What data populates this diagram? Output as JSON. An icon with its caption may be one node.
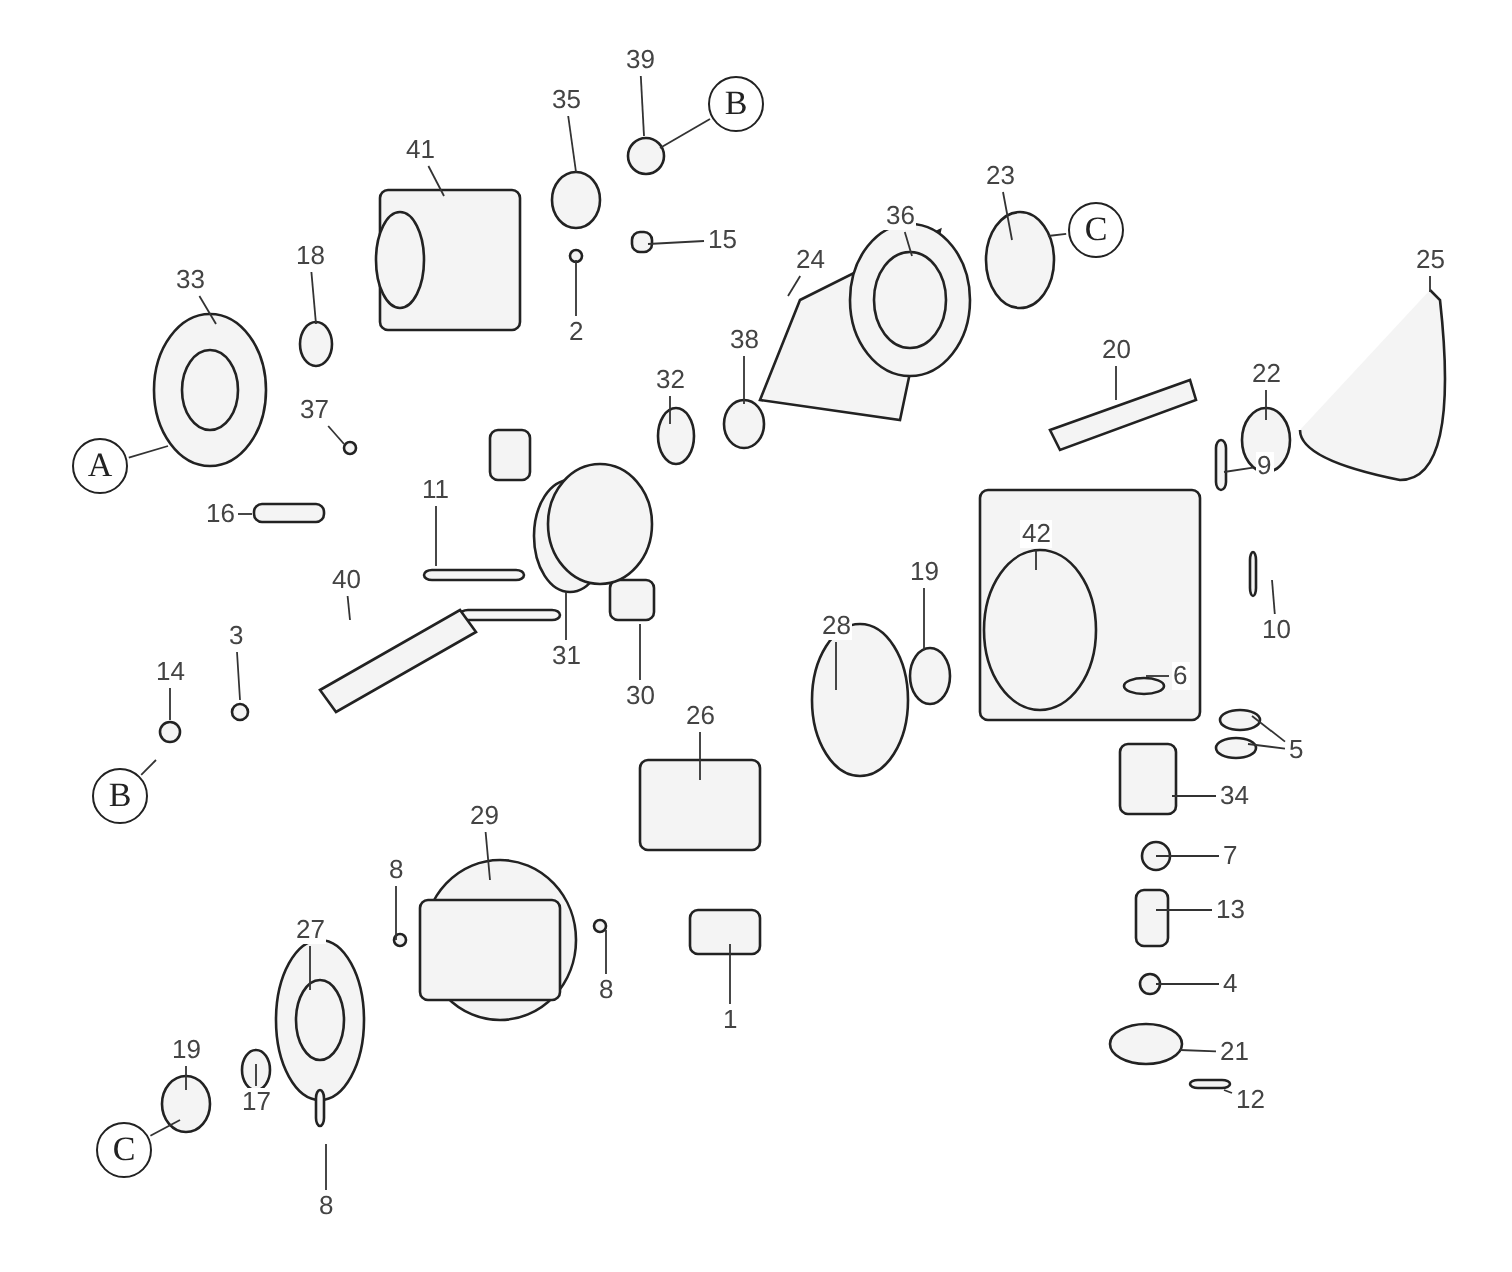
{
  "diagram": {
    "nodes": [
      {
        "text": [
          "39"
        ]
      },
      {
        "text": [
          "35"
        ]
      },
      {
        "text": [
          "B"
        ]
      },
      {
        "text": [
          "41"
        ]
      },
      {
        "text": [
          "33"
        ]
      },
      {
        "text": [
          "18"
        ]
      },
      {
        "text": [
          "15"
        ]
      },
      {
        "text": [
          "2"
        ]
      },
      {
        "text": [
          "C"
        ]
      },
      {
        "text": [
          "23"
        ]
      },
      {
        "text": [
          "36"
        ]
      },
      {
        "text": [
          "24"
        ]
      },
      {
        "text": [
          "25"
        ]
      },
      {
        "text": [
          "20"
        ]
      },
      {
        "text": [
          "22"
        ]
      },
      {
        "text": [
          "38"
        ]
      },
      {
        "text": [
          "32"
        ]
      },
      {
        "text": [
          "37"
        ]
      },
      {
        "text": [
          "A"
        ]
      },
      {
        "text": [
          "16"
        ]
      },
      {
        "text": [
          "11"
        ]
      },
      {
        "text": [
          "9"
        ]
      },
      {
        "text": [
          "42"
        ]
      },
      {
        "text": [
          "40"
        ]
      },
      {
        "text": [
          "19"
        ]
      },
      {
        "text": [
          "3"
        ]
      },
      {
        "text": [
          "14"
        ]
      },
      {
        "text": [
          "28"
        ]
      },
      {
        "text": [
          "10"
        ]
      },
      {
        "text": [
          "31"
        ]
      },
      {
        "text": [
          "30"
        ]
      },
      {
        "text": [
          "6"
        ]
      },
      {
        "text": [
          "5"
        ]
      },
      {
        "text": [
          "B"
        ]
      },
      {
        "text": [
          "26"
        ]
      },
      {
        "text": [
          "34"
        ]
      },
      {
        "text": [
          "29"
        ]
      },
      {
        "text": [
          "8"
        ]
      },
      {
        "text": [
          "7"
        ]
      },
      {
        "text": [
          "13"
        ]
      },
      {
        "text": [
          "8"
        ]
      },
      {
        "text": [
          "1"
        ]
      },
      {
        "text": [
          "4"
        ]
      },
      {
        "text": [
          "27"
        ]
      },
      {
        "text": [
          "21"
        ]
      },
      {
        "text": [
          "12"
        ]
      },
      {
        "text": [
          "19"
        ]
      },
      {
        "text": [
          "17"
        ]
      },
      {
        "text": [
          "C"
        ]
      },
      {
        "text": [
          "8"
        ]
      }
    ],
    "edges": [
      {
        "from": 0,
        "to": null,
        "arrow": "none"
      },
      {
        "from": 1,
        "to": null,
        "arrow": "none"
      },
      {
        "from": 2,
        "to": null,
        "arrow": "none"
      },
      {
        "from": 3,
        "to": null,
        "arrow": "none"
      },
      {
        "from": 4,
        "to": null,
        "arrow": "none"
      },
      {
        "from": 5,
        "to": null,
        "arrow": "none"
      },
      {
        "from": 6,
        "to": null,
        "arrow": "none"
      },
      {
        "from": 7,
        "to": null,
        "arrow": "none"
      },
      {
        "from": 8,
        "to": null,
        "arrow": "none"
      },
      {
        "from": 9,
        "to": null,
        "arrow": "none"
      },
      {
        "from": 10,
        "to": null,
        "arrow": "none"
      },
      {
        "from": 11,
        "to": null,
        "arrow": "none"
      },
      {
        "from": 12,
        "to": null,
        "arrow": "none"
      },
      {
        "from": 13,
        "to": null,
        "arrow": "none"
      },
      {
        "from": 14,
        "to": null,
        "arrow": "none"
      },
      {
        "from": 15,
        "to": null,
        "arrow": "none"
      },
      {
        "from": 16,
        "to": null,
        "arrow": "none"
      },
      {
        "from": 17,
        "to": null,
        "arrow": "none"
      },
      {
        "from": 18,
        "to": null,
        "arrow": "none"
      },
      {
        "from": 19,
        "to": null,
        "arrow": "none"
      },
      {
        "from": 20,
        "to": null,
        "arrow": "none"
      },
      {
        "from": 21,
        "to": null,
        "arrow": "none"
      },
      {
        "from": 22,
        "to": null,
        "arrow": "none"
      },
      {
        "from": 23,
        "to": null,
        "arrow": "none"
      },
      {
        "from": 24,
        "to": null,
        "arrow": "none"
      },
      {
        "from": 25,
        "to": null,
        "arrow": "none"
      },
      {
        "from": 26,
        "to": null,
        "arrow": "none"
      },
      {
        "from": 27,
        "to": null,
        "arrow": "none"
      },
      {
        "from": 28,
        "to": null,
        "arrow": "none"
      },
      {
        "from": 29,
        "to": null,
        "arrow": "none"
      },
      {
        "from": 30,
        "to": null,
        "arrow": "none"
      },
      {
        "from": 31,
        "to": null,
        "arrow": "none"
      },
      {
        "from": 32,
        "to": null,
        "arrow": "none"
      },
      {
        "from": 32,
        "to": null,
        "arrow": "none"
      },
      {
        "from": 33,
        "to": null,
        "arrow": "none"
      },
      {
        "from": 34,
        "to": null,
        "arrow": "none"
      },
      {
        "from": 35,
        "to": null,
        "arrow": "none"
      },
      {
        "from": 36,
        "to": null,
        "arrow": "none"
      },
      {
        "from": 37,
        "to": null,
        "arrow": "none"
      },
      {
        "from": 38,
        "to": null,
        "arrow": "none"
      },
      {
        "from": 39,
        "to": null,
        "arrow": "none"
      },
      {
        "from": 40,
        "to": null,
        "arrow": "none"
      },
      {
        "from": 41,
        "to": null,
        "arrow": "none"
      },
      {
        "from": 42,
        "to": null,
        "arrow": "none"
      },
      {
        "from": 43,
        "to": null,
        "arrow": "none"
      },
      {
        "from": 44,
        "to": null,
        "arrow": "none"
      },
      {
        "from": 45,
        "to": null,
        "arrow": "none"
      },
      {
        "from": 46,
        "to": null,
        "arrow": "none"
      },
      {
        "from": 47,
        "to": null,
        "arrow": "none"
      },
      {
        "from": 48,
        "to": null,
        "arrow": "none"
      },
      {
        "from": 49,
        "to": null,
        "arrow": "none"
      }
    ]
  }
}
